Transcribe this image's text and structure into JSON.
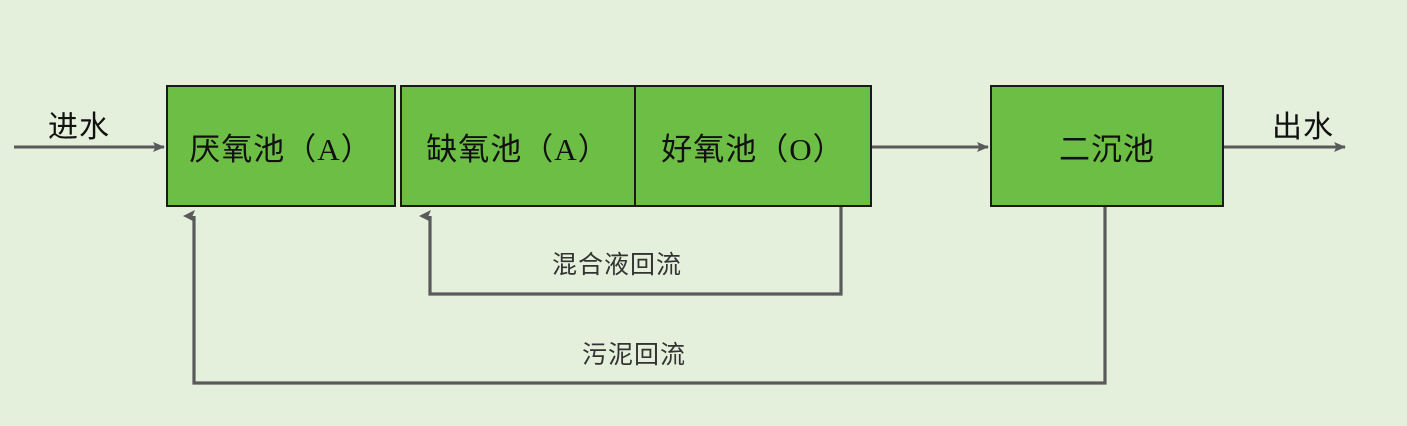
{
  "diagram": {
    "title": "AAO wastewater treatment process flow",
    "background_color": "#e4efdc",
    "pool_fill_color": "#6cbe45",
    "pool_border_color": "#1a1a1a",
    "line_color": "#555555",
    "inlet_label": "进水",
    "outlet_label": "出水",
    "pools": [
      {
        "id": "anaerobic",
        "label": "厌氧池（A）"
      },
      {
        "id": "anoxic",
        "label": "缺氧池（A）"
      },
      {
        "id": "aerobic",
        "label": "好氧池（O）"
      },
      {
        "id": "secondary-clarifier",
        "label": "二沉池"
      }
    ],
    "recycle_flows": [
      {
        "id": "mixed-liquor-recycle",
        "label": "混合液回流",
        "from": "好氧池（O）",
        "to": "缺氧池（A）"
      },
      {
        "id": "sludge-recycle",
        "label": "污泥回流",
        "from": "二沉池",
        "to": "厌氧池（A）"
      }
    ]
  }
}
